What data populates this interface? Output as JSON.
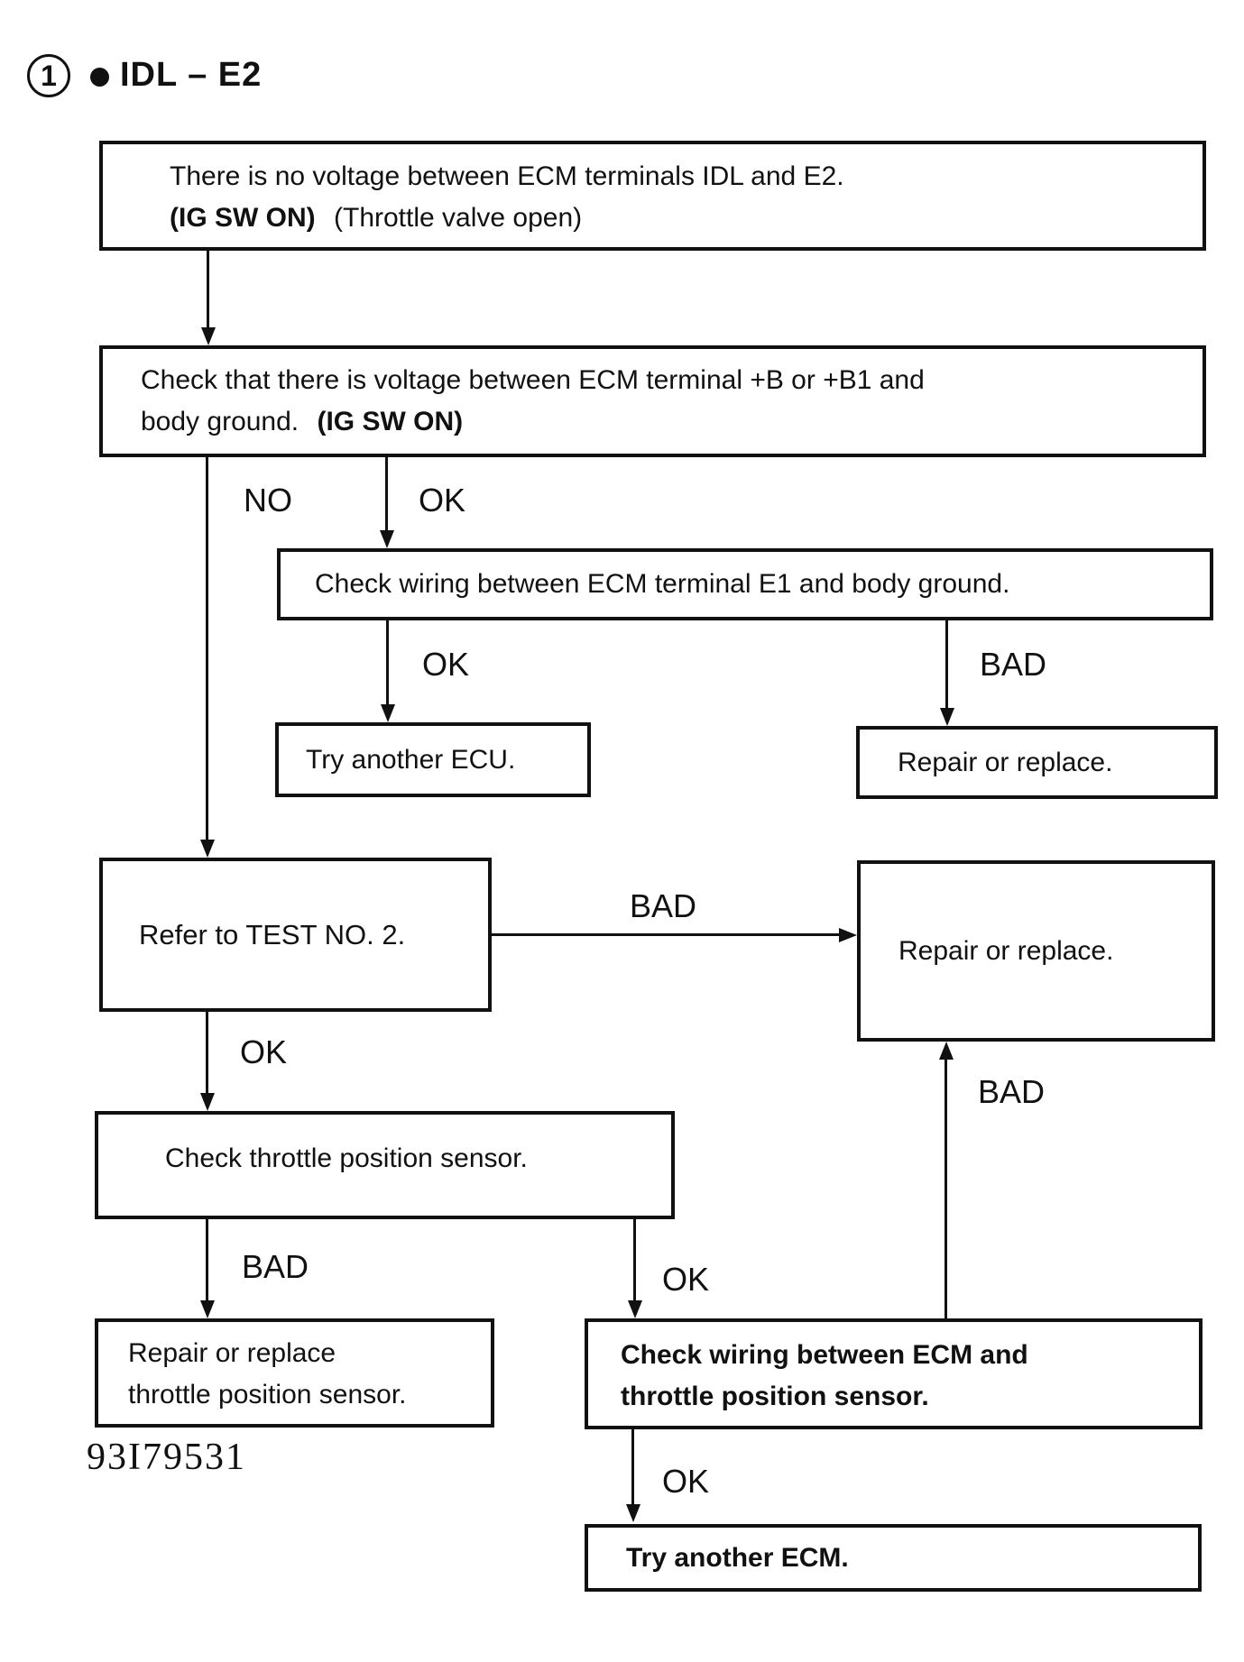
{
  "title": {
    "number": "1",
    "label": "IDL – E2"
  },
  "boxes": {
    "no_voltage": {
      "line1": "There is no voltage between ECM terminals IDL and E2.",
      "line2_bold": "(IG SW ON)",
      "line2_normal": "(Throttle valve open)"
    },
    "check_voltage": {
      "line1": "Check that there is voltage between ECM terminal +B or +B1 and",
      "line2_normal": "body ground.",
      "line2_bold": "(IG SW ON)"
    },
    "check_wiring_e1": {
      "text": "Check wiring between ECM terminal E1 and body ground."
    },
    "try_ecu": {
      "text": "Try another ECU."
    },
    "repair_top": {
      "text": "Repair or replace."
    },
    "refer_test2": {
      "text": "Refer to TEST NO. 2."
    },
    "repair_mid": {
      "text": "Repair or replace."
    },
    "check_tps": {
      "text": "Check throttle position sensor."
    },
    "repair_tps": {
      "line1": "Repair or replace",
      "line2": "throttle position sensor."
    },
    "check_wiring_tps": {
      "line1": "Check wiring between ECM and",
      "line2": "throttle position sensor."
    },
    "try_ecm": {
      "text": "Try another ECM."
    }
  },
  "labels": {
    "no1": "NO",
    "ok1": "OK",
    "ok2": "OK",
    "bad1": "BAD",
    "bad_refer": "BAD",
    "bad_up": "BAD",
    "ok3": "OK",
    "bad2": "BAD",
    "ok4": "OK",
    "ok5": "OK"
  },
  "footnote": "93I79531",
  "colors": {
    "ink": "#111111",
    "background": "#ffffff"
  }
}
